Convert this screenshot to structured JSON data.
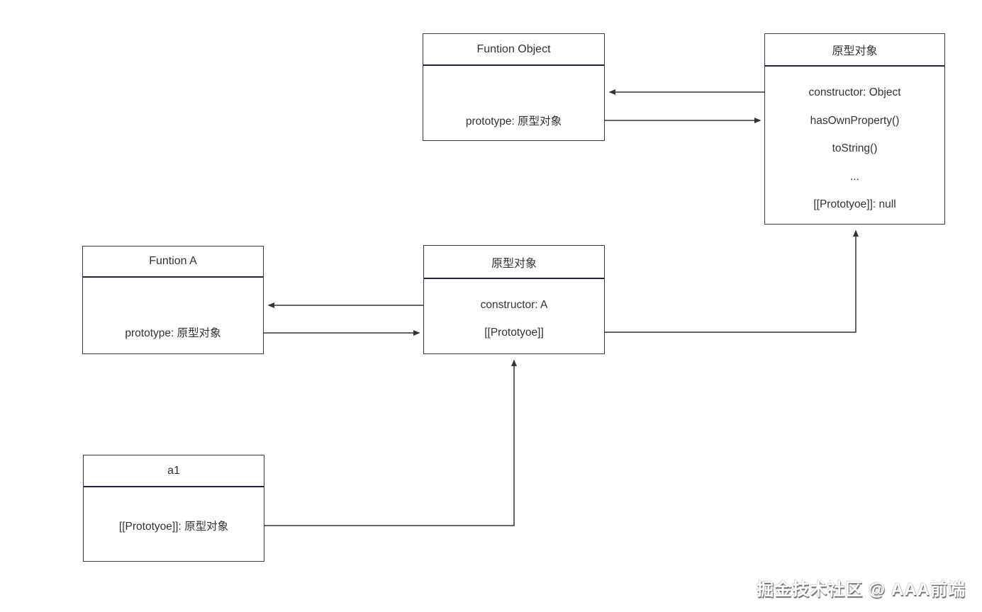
{
  "diagram": {
    "boxes": {
      "funtion_object": {
        "title": "Funtion Object",
        "rows": [
          "prototype: 原型对象"
        ]
      },
      "object_prototype": {
        "title": "原型对象",
        "rows": [
          "constructor: Object",
          "hasOwnProperty()",
          "toString()",
          "...",
          "[[Prototyoe]]: null"
        ]
      },
      "funtion_a": {
        "title": "Funtion A",
        "rows": [
          "prototype: 原型对象"
        ]
      },
      "a_prototype": {
        "title": "原型对象",
        "rows": [
          "constructor: A",
          "[[Prototyoe]]"
        ]
      },
      "a1": {
        "title": "a1",
        "rows": [
          "[[Prototyoe]]: 原型对象"
        ]
      }
    },
    "colors": {
      "background": "#ffffff",
      "box_border": "#3a3a58",
      "title_separator": "#232342",
      "arrow": "#333333",
      "text": "#333333"
    }
  },
  "watermark": {
    "text": "掘金技术社区 @ AAA前端"
  }
}
